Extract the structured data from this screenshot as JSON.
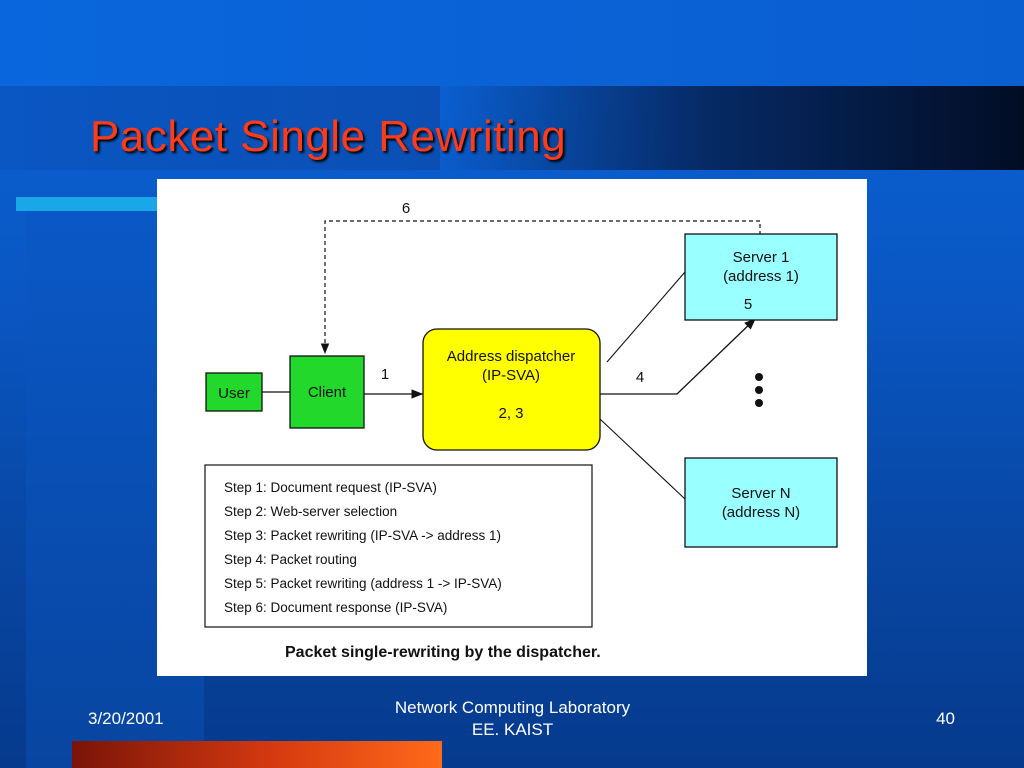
{
  "slide": {
    "title": "Packet Single Rewriting",
    "footer": {
      "date": "3/20/2001",
      "lab_line1": "Network Computing Laboratory",
      "lab_line2": "EE. KAIST",
      "page_number": "40"
    }
  },
  "diagram": {
    "nodes": {
      "user": "User",
      "client": "Client",
      "dispatcher_line1": "Address dispatcher",
      "dispatcher_line2": "(IP-SVA)",
      "dispatcher_steps": "2, 3",
      "server1_line1": "Server 1",
      "server1_line2": "(address 1)",
      "server1_step": "5",
      "serverN_line1": "Server N",
      "serverN_line2": "(address N)"
    },
    "edge_labels": {
      "step1": "1",
      "step4": "4",
      "step6": "6"
    },
    "steps": [
      "Step 1: Document request (IP-SVA)",
      "Step 2: Web-server selection",
      "Step 3: Packet rewriting (IP-SVA -> address 1)",
      "Step 4: Packet routing",
      "Step 5: Packet rewriting (address 1 -> IP-SVA)",
      "Step 6: Document response (IP-SVA)"
    ],
    "caption": "Packet single-rewriting by the dispatcher.",
    "colors": {
      "user_client": "#22d82a",
      "dispatcher": "#ffff00",
      "servers": "#99ffff"
    }
  }
}
